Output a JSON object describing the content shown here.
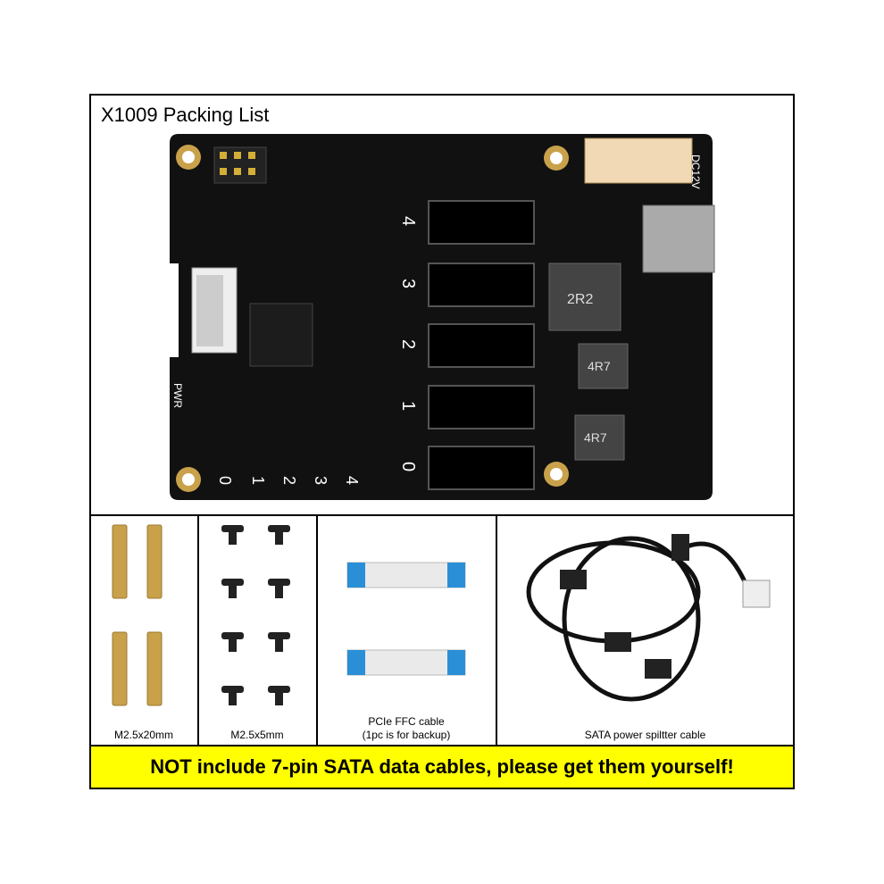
{
  "title": "X1009 Packing List",
  "board": {
    "port_numbers": [
      "4",
      "3",
      "2",
      "1",
      "0"
    ],
    "led_numbers": [
      "0",
      "1",
      "2",
      "3",
      "4"
    ],
    "pwr_label": "PWR",
    "dc_label": "DC12V",
    "inductor_labels": [
      "2R2",
      "4R7",
      "4R7"
    ]
  },
  "items": [
    {
      "label": "M2.5x20mm"
    },
    {
      "label": "M2.5x5mm"
    },
    {
      "label": "PCIe FFC cable\n(1pc is for backup)"
    },
    {
      "label": "SATA power spiltter cable"
    }
  ],
  "notice": "NOT include 7-pin SATA data cables, please get them yourself!",
  "colors": {
    "board": "#111111",
    "gold": "#c9a14a",
    "banner": "#ffff00",
    "ffc_blue": "#2a8fd6"
  }
}
